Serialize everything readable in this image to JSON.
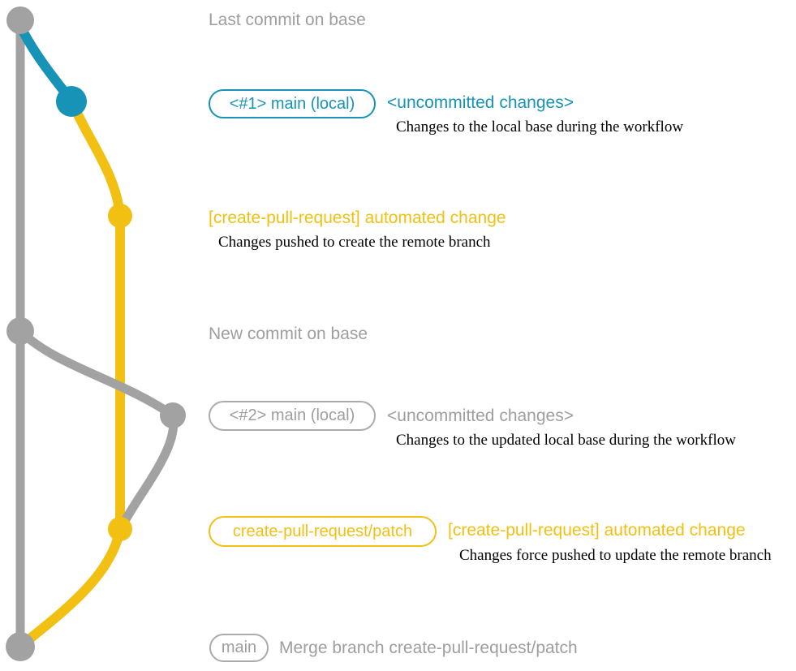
{
  "diagram": {
    "type": "git-branch-workflow-diagram",
    "colors": {
      "base_gray": "#a2a2a2",
      "branch_teal": "#1793b8",
      "branch_yellow": "#f1c013",
      "label_gray": "#9e9e9e",
      "description_black": "#000000"
    },
    "labels": {
      "last_commit_on_base": "Last commit on base",
      "new_commit_on_base": "New commit on base",
      "row1_badge": "<#1> main (local)",
      "row1_heading": "<uncommitted changes>",
      "row1_description": "Changes to the local base during the workflow",
      "row2_heading": "[create-pull-request] automated change",
      "row2_description": "Changes pushed to create the remote branch",
      "row3_badge": "<#2> main (local)",
      "row3_heading": "<uncommitted changes>",
      "row3_description": "Changes to the updated local base during the workflow",
      "row4_badge": "create-pull-request/patch",
      "row4_heading": "[create-pull-request] automated change",
      "row4_description": "Changes force pushed to update the remote branch",
      "row5_badge": "main",
      "row5_heading": "Merge branch create-pull-request/patch"
    }
  }
}
